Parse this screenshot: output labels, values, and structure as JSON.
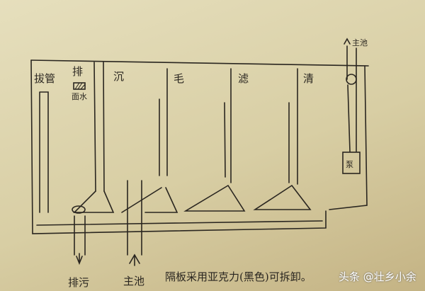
{
  "chambers": [
    {
      "label": "拔管"
    },
    {
      "label": "排"
    },
    {
      "label": "沉"
    },
    {
      "label": "毛"
    },
    {
      "label": "滤"
    },
    {
      "label": "清"
    }
  ],
  "overflow_label": "面水",
  "pump_label": "泵",
  "outlet_top_label": "主池",
  "drain_label": "排污",
  "inlet_label": "主池",
  "note": "隔板采用亚克力(黑色)可拆卸。",
  "watermark": "头条 @壮乡小余",
  "ink_color": "#2a2620"
}
